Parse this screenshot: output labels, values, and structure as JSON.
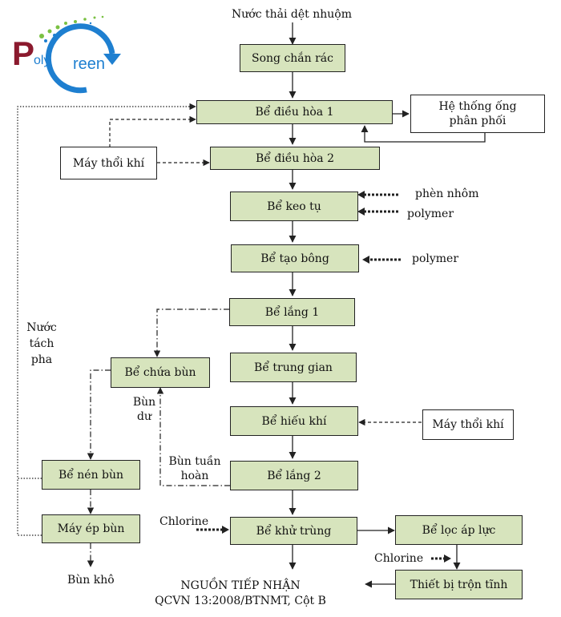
{
  "source": "Nước thải dệt nhuộm",
  "nodes": {
    "song_chan_rac": "Song chắn rác",
    "be_dieu_hoa_1": "Bể điều hòa 1",
    "he_thong_ong": "Hệ thống ống phân phối",
    "may_thoi_khi_left": "Máy thổi khí",
    "be_dieu_hoa_2": "Bể điều hòa 2",
    "be_keo_tu": "Bể keo tụ",
    "be_tao_bong": "Bể tạo bông",
    "be_lang_1": "Bể lắng 1",
    "be_chua_bun": "Bể chứa bùn",
    "be_trung_gian": "Bể trung gian",
    "be_hieu_khi": "Bể hiếu khí",
    "may_thoi_khi_right": "Máy thổi khí",
    "be_nen_bun": "Bể nén bùn",
    "be_lang_2": "Bể lắng 2",
    "may_ep_bun": "Máy ép bùn",
    "be_khu_trung": "Bể khử trùng",
    "be_loc_ap_luc": "Bể lọc áp lực",
    "thiet_bi_tron_tinh": "Thiết bị trộn tĩnh"
  },
  "labels": {
    "phen_nhom": "phèn nhôm",
    "polymer_1": "polymer",
    "polymer_2": "polymer",
    "nuoc_tach_pha": "Nước tách pha",
    "bun_du": "Bùn dư",
    "bun_tuan_hoan": "Bùn tuần hoàn",
    "chlorine_1": "Chlorine",
    "chlorine_2": "Chlorine",
    "bun_kho": "Bùn khô",
    "output_line1": "NGUỒN TIẾP NHẬN",
    "output_line2": "QCVN 13:2008/BTNMT, Cột B"
  },
  "logo": {
    "letter": "P",
    "text_a": "oly",
    "text_b": "reen",
    "colors": {
      "primary": "#8b1a2e",
      "accent": "#1e7fd0",
      "leaf": "#7ac143"
    }
  },
  "colors": {
    "box_fill": "#d7e4bd",
    "line": "#222222"
  }
}
